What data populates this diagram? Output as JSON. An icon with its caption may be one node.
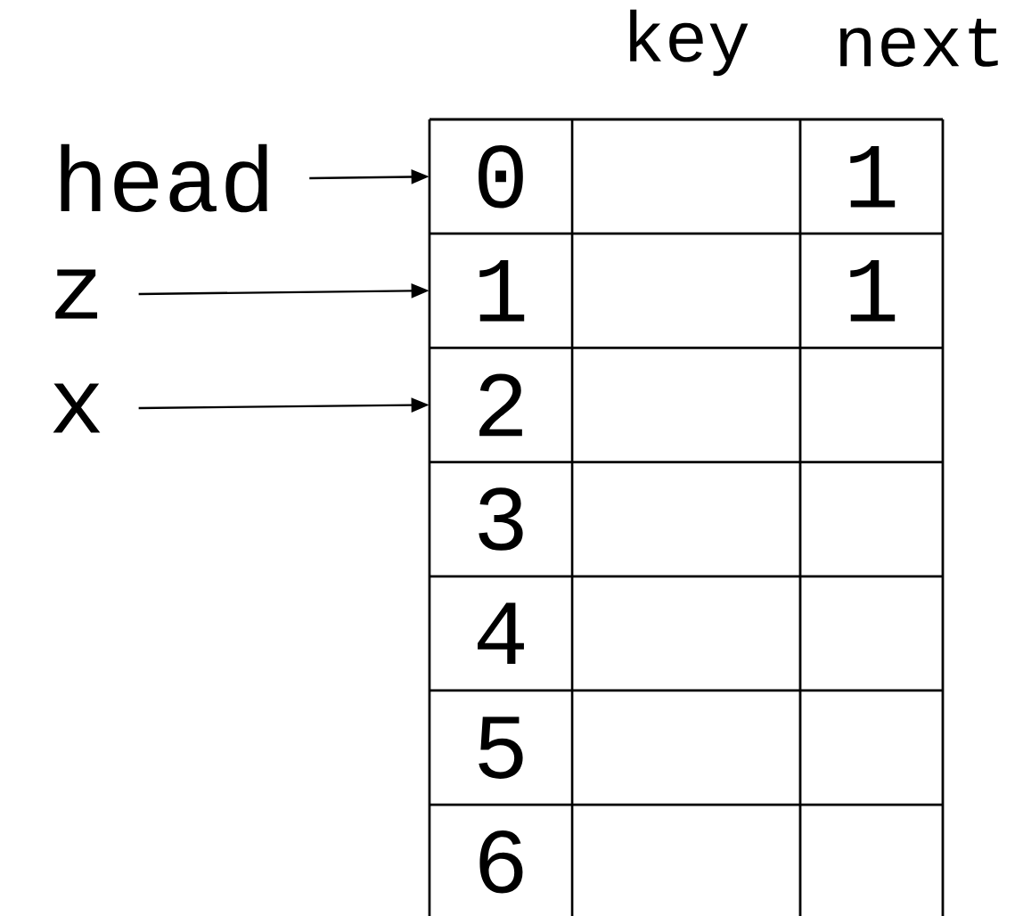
{
  "diagram": {
    "nodes": [
      {
        "text": [
          "head"
        ]
      },
      {
        "text": [
          "z"
        ]
      },
      {
        "text": [
          "x"
        ]
      },
      {
        "text": [
          "0"
        ]
      },
      {
        "text": [
          "1"
        ]
      },
      {
        "text": [
          "2"
        ]
      },
      {
        "text": [
          "3"
        ]
      },
      {
        "text": [
          "4"
        ]
      },
      {
        "text": [
          "5"
        ]
      },
      {
        "text": [
          "6"
        ]
      }
    ],
    "edges": [
      {
        "from": 0,
        "to": 3,
        "arrow": "to"
      },
      {
        "from": 1,
        "to": 4,
        "arrow": "to"
      },
      {
        "from": 2,
        "to": 5,
        "arrow": "to"
      }
    ],
    "labels": [
      "key",
      "next",
      "1",
      "1"
    ]
  }
}
